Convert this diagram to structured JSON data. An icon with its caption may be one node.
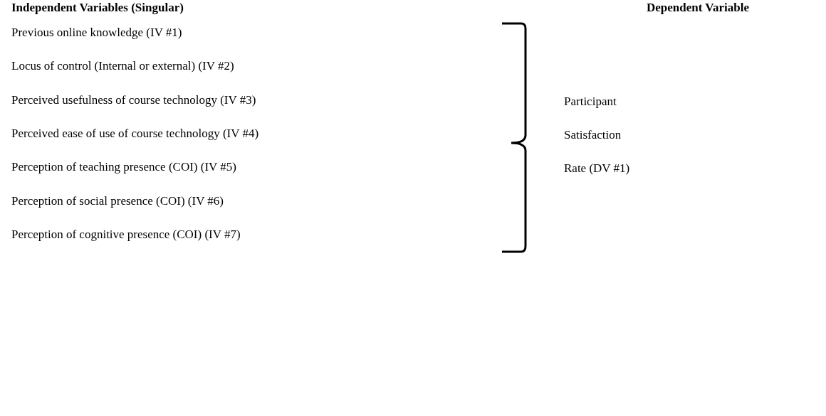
{
  "diagram": {
    "labels": [
      "Independent Variables (Singular)",
      "Dependent Variable",
      "Previous online knowledge (IV #1)",
      "Locus of control (Internal or external) (IV #2)",
      "Perceived usefulness of course technology (IV #3)",
      "Perceived ease of use of course technology (IV #4)",
      "Perception of teaching presence (COI) (IV #5)",
      "Perception of social presence (COI) (IV #6)",
      "Perception of cognitive presence (COI) (IV #7)",
      "Participant Satisfaction Rate (DV #1)"
    ]
  }
}
